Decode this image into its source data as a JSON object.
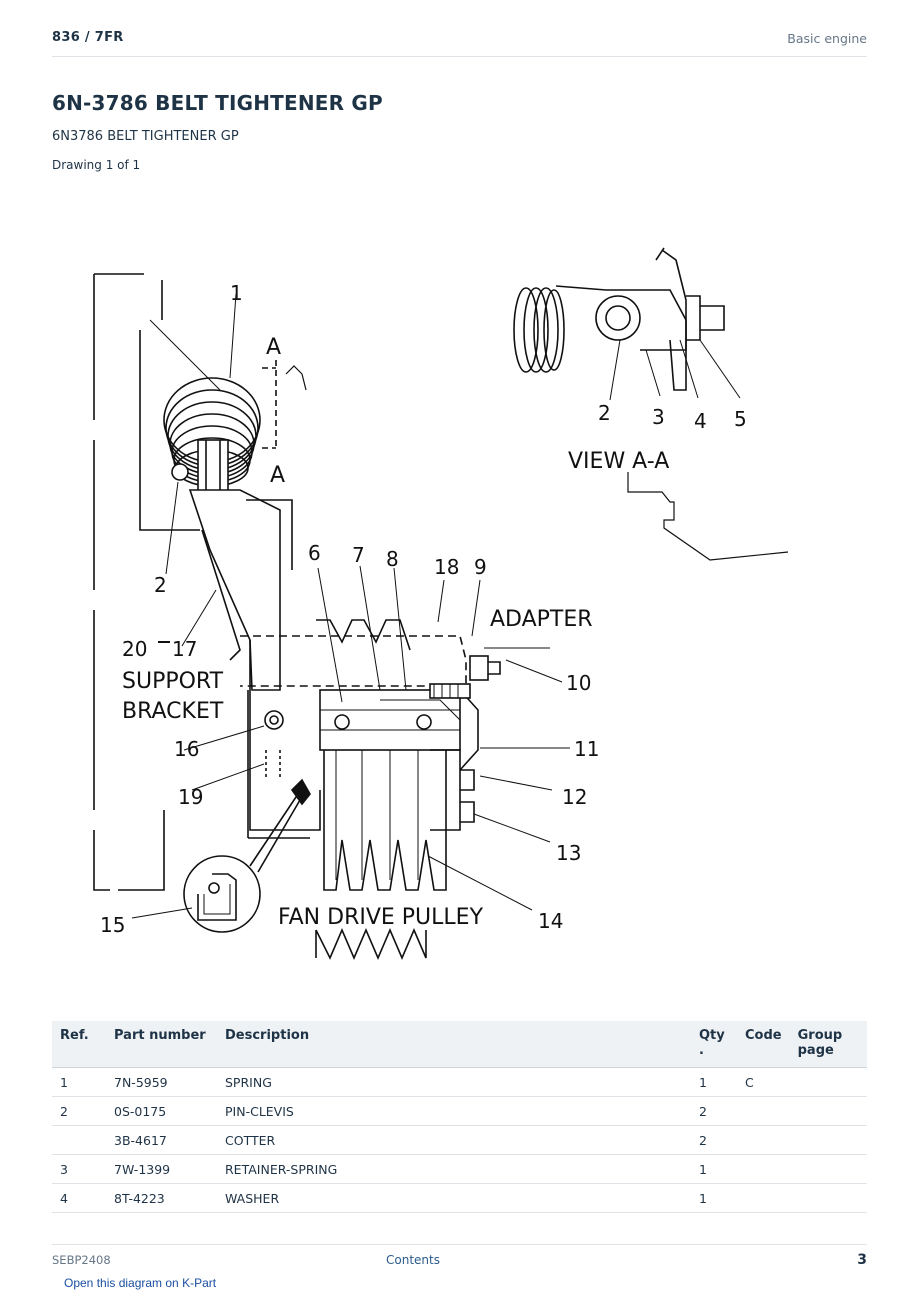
{
  "header": {
    "model": "836  /  7FR",
    "section": "Basic engine"
  },
  "title": "6N-3786 BELT TIGHTENER GP",
  "subtitle": "6N3786 BELT TIGHTENER GP",
  "drawing_count": "Drawing 1 of 1",
  "diagram": {
    "labels": {
      "view_title": "VIEW A-A",
      "section_mark": "A",
      "adapter": "ADAPTER",
      "support": "SUPPORT",
      "bracket": "BRACKET",
      "fan_drive_pulley": "FAN DRIVE PULLEY"
    },
    "callouts": [
      "1",
      "2",
      "3",
      "4",
      "5",
      "6",
      "7",
      "8",
      "9",
      "10",
      "11",
      "12",
      "13",
      "14",
      "15",
      "16",
      "17",
      "18",
      "19",
      "20",
      "2"
    ]
  },
  "table": {
    "headers": {
      "ref": "Ref.",
      "part": "Part number",
      "desc": "Description",
      "qty": "Qty\n.",
      "code": "Code",
      "group": "Group page"
    },
    "rows": [
      {
        "ref": "1",
        "part": "7N-5959",
        "desc": "SPRING",
        "qty": "1",
        "code": "C",
        "group": ""
      },
      {
        "ref": "2",
        "part": "0S-0175",
        "desc": "PIN-CLEVIS",
        "qty": "2",
        "code": "",
        "group": ""
      },
      {
        "ref": "",
        "part": "3B-4617",
        "desc": "COTTER",
        "qty": "2",
        "code": "",
        "group": ""
      },
      {
        "ref": "3",
        "part": "7W-1399",
        "desc": "RETAINER-SPRING",
        "qty": "1",
        "code": "",
        "group": ""
      },
      {
        "ref": "4",
        "part": "8T-4223",
        "desc": "WASHER",
        "qty": "1",
        "code": "",
        "group": ""
      }
    ]
  },
  "footer": {
    "doc_id": "SEBP2408",
    "contents": "Contents",
    "page": "3",
    "kpart_link": "Open this diagram on K-Part"
  }
}
